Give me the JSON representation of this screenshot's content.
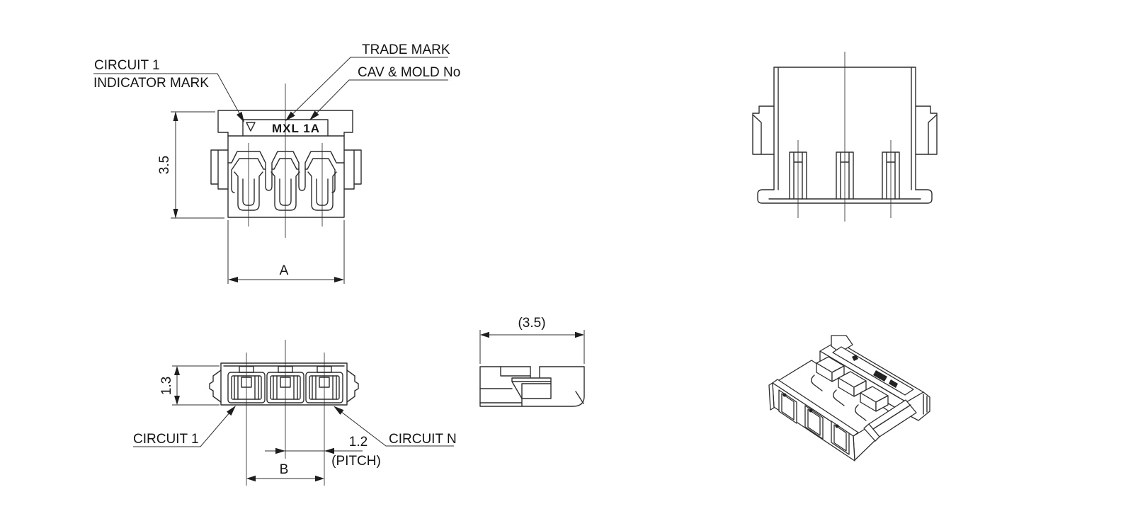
{
  "page": {
    "background": "#ffffff",
    "line_color": "#2d2d2d",
    "text_color": "#141414"
  },
  "views": {
    "front": {
      "callout_circuit1_line1": "CIRCUIT 1",
      "callout_circuit1_line2": "INDICATOR MARK",
      "callout_trademark": "TRADE MARK",
      "callout_cav_mold": "CAV & MOLD No",
      "marking_text": "MXL 1A",
      "dim_height": "3.5",
      "dim_width": "A"
    },
    "top": {
      "dim_height": "1.3",
      "callout_circuit_first": "CIRCUIT 1",
      "callout_circuit_last": "CIRCUIT N",
      "dim_pitch_value": "1.2",
      "dim_pitch_label": "(PITCH)",
      "dim_span": "B"
    },
    "side": {
      "dim_width": "(3.5)"
    }
  }
}
